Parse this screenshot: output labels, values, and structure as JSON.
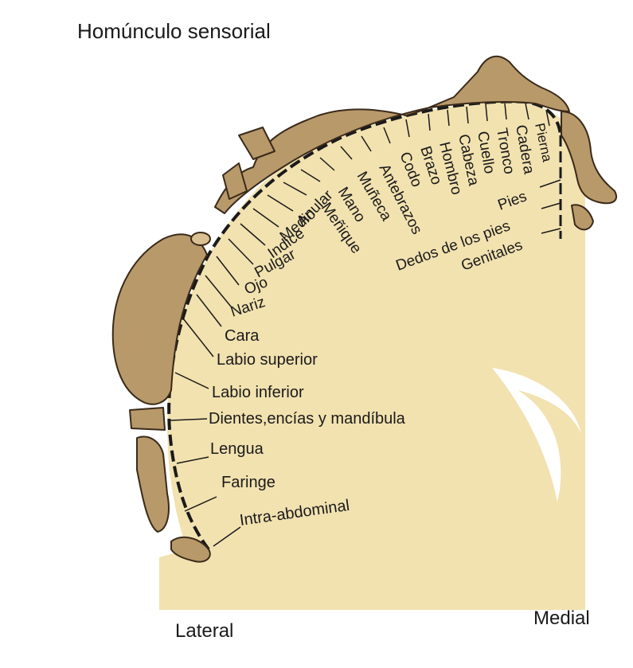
{
  "title": "Homúnculo sensorial",
  "side_labels": {
    "lateral": "Lateral",
    "medial": "Medial"
  },
  "colors": {
    "cortex": "#f2e2b0",
    "homunculus": "#b8996a",
    "homunculus_outline": "#3a2a1a",
    "ink": "#1a1a1a",
    "background": "#ffffff"
  },
  "labels": {
    "pierna": "Pierna",
    "cadera": "Cadera",
    "tronco": "Tronco",
    "cuello": "Cuello",
    "cabeza": "Cabeza",
    "hombro": "Hombro",
    "brazo": "Brazo",
    "codo": "Codo",
    "antebrazos": "Antebrazos",
    "muneca": "Muñeca",
    "mano": "Mano",
    "menique": "Meñique",
    "anular": "Anular",
    "medio": "Medio",
    "indice": "Indice",
    "pulgar": "Pulgar",
    "ojo": "Ojo",
    "nariz": "Nariz",
    "cara": "Cara",
    "labio_superior": "Labio superior",
    "labio_inferior": "Labio inferior",
    "dientes": "Dientes,encías y mandíbula",
    "lengua": "Lengua",
    "faringe": "Faringe",
    "intra_abdominal": "Intra-abdominal",
    "pies": "Pies",
    "dedos_pies": "Dedos de los pies",
    "genitales": "Genitales"
  }
}
